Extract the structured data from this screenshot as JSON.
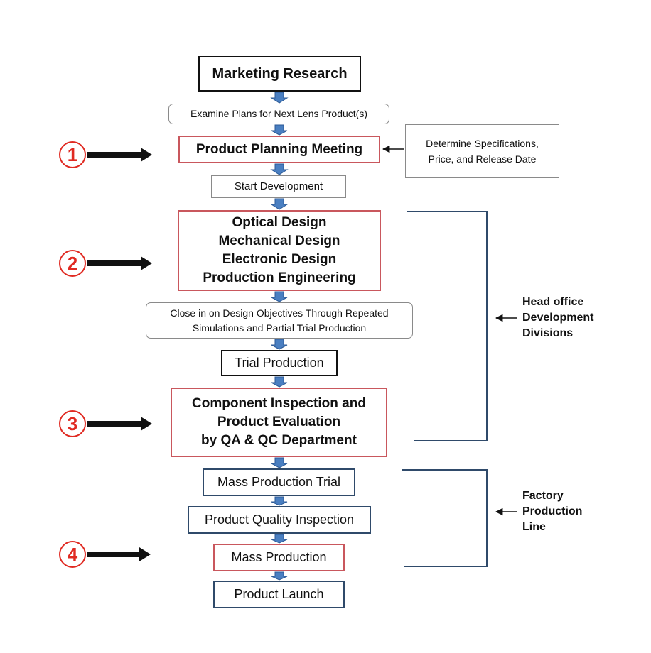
{
  "flow": {
    "marketing_research": "Marketing Research",
    "examine_plans": "Examine Plans for Next Lens Product(s)",
    "product_planning": "Product Planning Meeting",
    "determine_specs_1": "Determine Specifications,",
    "determine_specs_2": "Price, and Release Date",
    "start_development": "Start Development",
    "design_1": "Optical Design",
    "design_2": "Mechanical Design",
    "design_3": "Electronic Design",
    "design_4": "Production Engineering",
    "close_in_1": "Close in on Design Objectives Through Repeated",
    "close_in_2": "Simulations and Partial Trial Production",
    "trial_production": "Trial Production",
    "inspection_1": "Component Inspection and",
    "inspection_2": "Product Evaluation",
    "inspection_3": "by QA & QC Department",
    "mass_trial": "Mass Production Trial",
    "quality_inspection": "Product Quality Inspection",
    "mass_production": "Mass Production",
    "product_launch": "Product Launch"
  },
  "markers": [
    "①",
    "②",
    "③",
    "④"
  ],
  "groups": {
    "head_office_1": "Head office",
    "head_office_2": "Development",
    "head_office_3": "Divisions",
    "factory_1": "Factory",
    "factory_2": "Production",
    "factory_3": "Line"
  },
  "colors": {
    "red": "#c9575d",
    "marker_red": "#e02a22",
    "blue_border": "#2f4a6a",
    "arrow_blue": "#4a7fc1"
  }
}
